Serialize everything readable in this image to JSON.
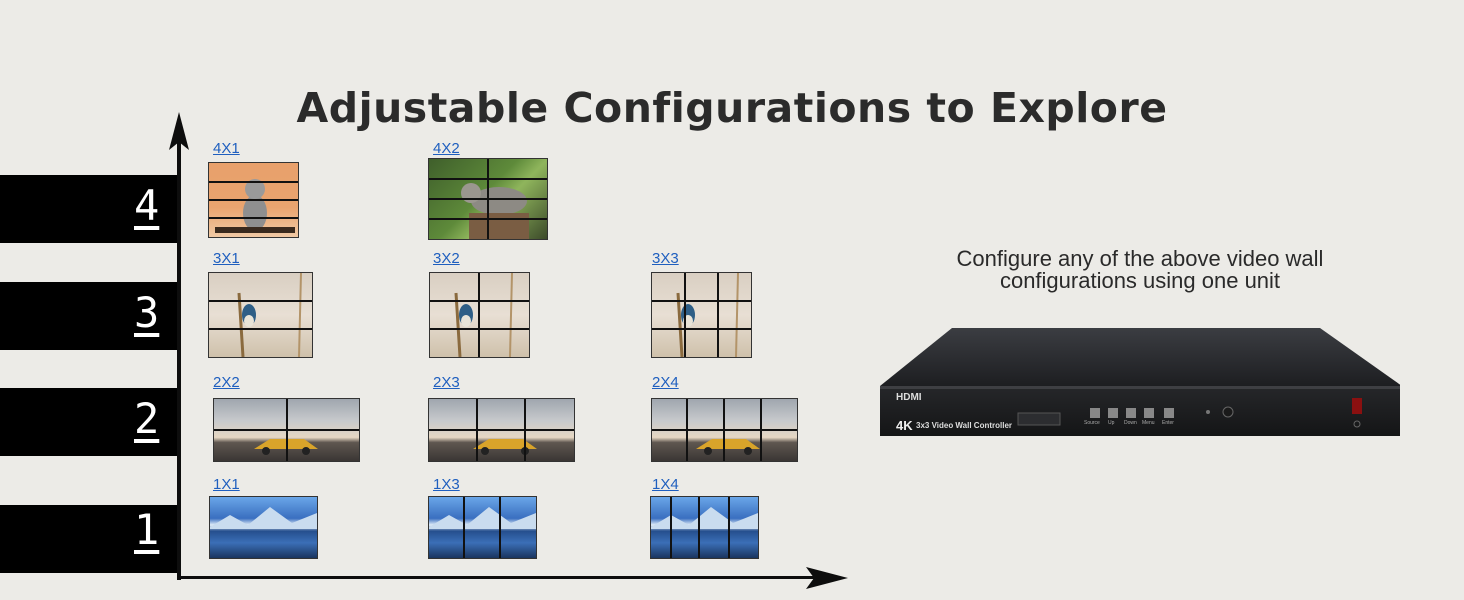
{
  "title": "Adjustable Configurations to Explore",
  "rows": [
    "4",
    "3",
    "2",
    "1"
  ],
  "configs": {
    "c4x1": "4X1",
    "c4x2": "4X2",
    "c3x1": "3X1",
    "c3x2": "3X2",
    "c3x3": "3X3",
    "c2x2": "2X2",
    "c2x3": "2X3",
    "c2x4": "2X4",
    "c1x1": "1X1",
    "c1x3": "1X3",
    "c1x4": "1X4"
  },
  "subtitle_line1": "Configure any of the above video wall",
  "subtitle_line2": "configurations using one unit",
  "device": {
    "brand": "HDMI",
    "model_label": "4K",
    "model_text": "3x3 Video Wall Controller",
    "buttons": [
      "Source",
      "Up",
      "Down",
      "Menu",
      "Enter"
    ]
  }
}
